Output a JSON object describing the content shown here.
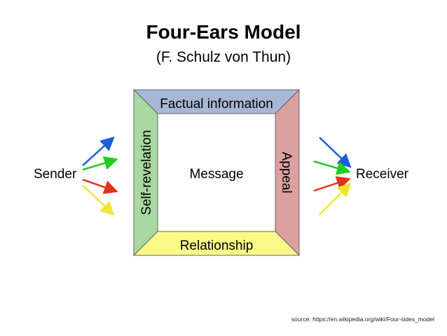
{
  "title": "Four-Ears Model",
  "subtitle": "(F. Schulz von Thun)",
  "diagram": {
    "sides": {
      "top": {
        "label": "Factual information",
        "color": "#a8b7d6"
      },
      "left": {
        "label": "Self-revelation",
        "color": "#a9d8a0"
      },
      "right": {
        "label": "Appeal",
        "color": "#dca0a0"
      },
      "bottom": {
        "label": "Relationship",
        "color": "#fafa88"
      }
    },
    "center": "Message",
    "sender": "Sender",
    "receiver": "Receiver",
    "arrow_colors": [
      "#1a5fd6",
      "#22cc22",
      "#e0321e",
      "#f0e632"
    ]
  },
  "source": "source: https://en.wikipedia.org/wiki/Four-sides_model"
}
